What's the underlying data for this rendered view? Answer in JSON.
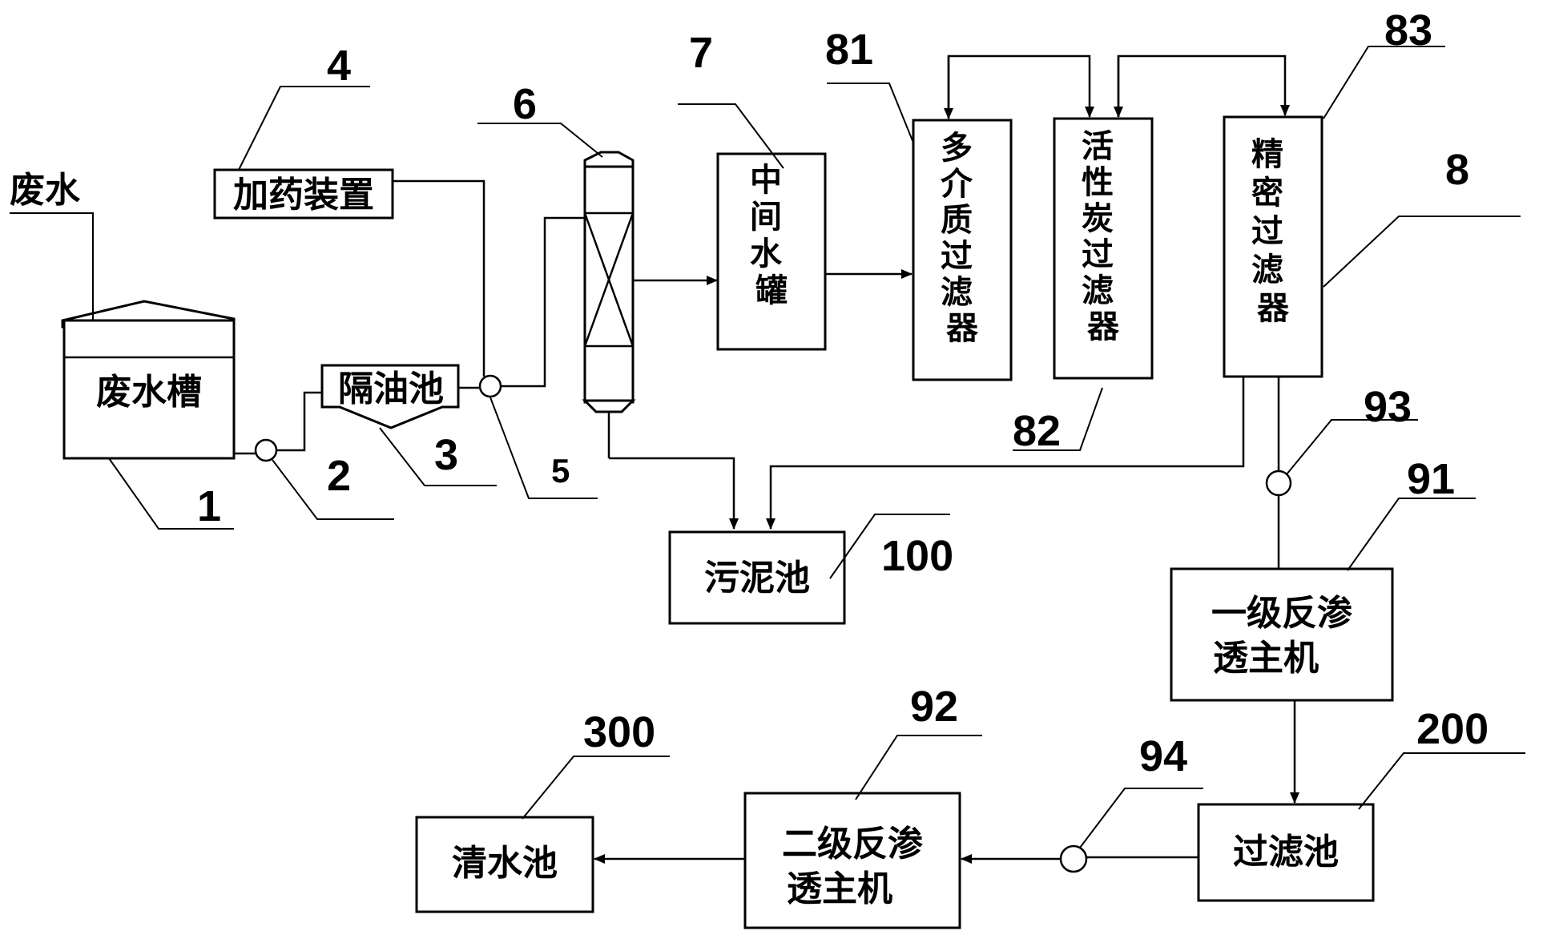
{
  "labels": {
    "waste_water_in": "废水",
    "tank_1": "废水槽",
    "oil_separator_3": "隔油池",
    "dosing_4": "加药装置",
    "mid_tank_7_chars": [
      "中",
      "间",
      "水",
      "罐"
    ],
    "multimedia_filter_81_chars": [
      "多",
      "介",
      "质",
      "过",
      "滤",
      "器"
    ],
    "carbon_filter_82_chars": [
      "活",
      "性",
      "炭",
      "过",
      "滤",
      "器"
    ],
    "precision_filter_83_chars": [
      "精",
      "密",
      "过",
      "滤",
      "器"
    ],
    "sludge_pool_100": "污泥池",
    "ro1_line1": "一级反渗",
    "ro1_line2": "透主机",
    "filter_pool_200": "过滤池",
    "ro2_line1": "二级反渗",
    "ro2_line2": "透主机",
    "clean_pool_300": "清水池"
  },
  "numbers": {
    "n1": "1",
    "n2": "2",
    "n3": "3",
    "n4": "4",
    "n5": "5",
    "n6": "6",
    "n7": "7",
    "n8": "8",
    "n81": "81",
    "n82": "82",
    "n83": "83",
    "n91": "91",
    "n92": "92",
    "n93": "93",
    "n94": "94",
    "n100": "100",
    "n200": "200",
    "n300": "300"
  }
}
